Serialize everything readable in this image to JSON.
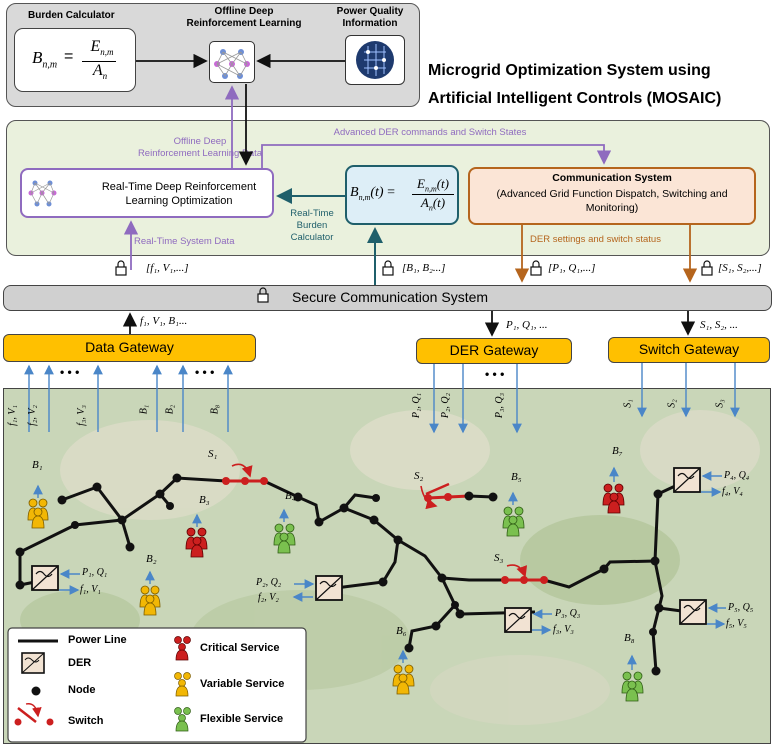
{
  "title": {
    "line1": "Microgrid Optimization System using",
    "line2": "Artificial Intelligent Controls (MOSAIC)"
  },
  "top_panel": {
    "burden_calculator_label": "Burden Calculator",
    "burden_formula": {
      "lhs": "B",
      "lhs_sub": "n,m",
      "num": "E",
      "num_sub": "n,m",
      "den": "A",
      "den_sub": "n"
    },
    "odrl_label": [
      "Offline Deep",
      "Reinforcement Learning"
    ],
    "pq_label": [
      "Power Quality",
      "Information"
    ]
  },
  "middle_panel": {
    "offline_data_label": [
      "Offline Deep",
      "Reinforcement Learning Data"
    ],
    "der_commands_label": "Advanced DER commands and Switch States",
    "rt_drl_label": [
      "Real-Time Deep Reinforcement",
      "Learning Optimization"
    ],
    "rt_formula": {
      "lhs": "B",
      "lhs_sub": "n,m",
      "lhs_arg": "(t)",
      "num": "E",
      "num_sub": "n,m",
      "num_arg": "(t)",
      "den": "A",
      "den_sub": "n",
      "den_arg": "(t)"
    },
    "rt_burden_label": [
      "Real-Time",
      "Burden",
      "Calculator"
    ],
    "comm_title": "Communication System",
    "comm_desc": [
      "(Advanced Grid Function Dispatch, Switching and",
      "Monitoring)"
    ],
    "rt_system_data_label": "Real-Time System Data",
    "der_settings_label": "DER settings and switch status"
  },
  "lock_labels": [
    "[f₁, V₁,...]",
    "[B₁, B₂...]",
    "[P₁, Q₁,...]",
    "[S₁, S₂,...]"
  ],
  "secure_comm_label": "Secure Communication System",
  "gateway_flows": {
    "data_up": "f₁, V₁, B₁...",
    "der_down": "P₁, Q₁, ...",
    "switch_down": "S₁, S₂, ..."
  },
  "gateways": {
    "data": "Data Gateway",
    "der": "DER Gateway",
    "switch": "Switch Gateway"
  },
  "ellipsis": "• • •",
  "gateway_signals": {
    "data": [
      "f₁, V₁",
      "f₂, V₂",
      "f₃, V₃",
      "B₁",
      "B₂",
      "B₈"
    ],
    "der": [
      "P₁, Q₁",
      "P₂, Q₂",
      "P₃, Q₃"
    ],
    "switch": [
      "S₁",
      "S₂",
      "S₃"
    ]
  },
  "map_labels": {
    "buildings": [
      "B₁",
      "B₂",
      "B₃",
      "B₄",
      "B₅",
      "B₆",
      "B₇",
      "B₈"
    ],
    "switches": [
      "S₁",
      "S₂",
      "S₃"
    ],
    "der_1": [
      "P₁, Q₁",
      "f₁, V₁"
    ],
    "der_2": [
      "P₂, Q₂",
      "f₂, V₂"
    ],
    "der_3": [
      "P₃, Q₃",
      "f₃, V₃"
    ],
    "der_4": [
      "P₄, Q₄",
      "f₄, V₄"
    ],
    "der_5": [
      "P₅, Q₅",
      "f₅, V₅"
    ]
  },
  "legend": {
    "power_line": "Power Line",
    "der": "DER",
    "node": "Node",
    "switch": "Switch",
    "critical": "Critical Service",
    "variable": "Variable Service",
    "flexible": "Flexible Service"
  },
  "colors": {
    "critical": "#cc1f1f",
    "variable": "#f2b705",
    "flexible": "#7ac04f",
    "gateway": "#ffc000",
    "purple": "#8f6bbf",
    "teal": "#1f5f6b",
    "brown": "#b5651d",
    "blue_signal": "#4a86c8"
  }
}
